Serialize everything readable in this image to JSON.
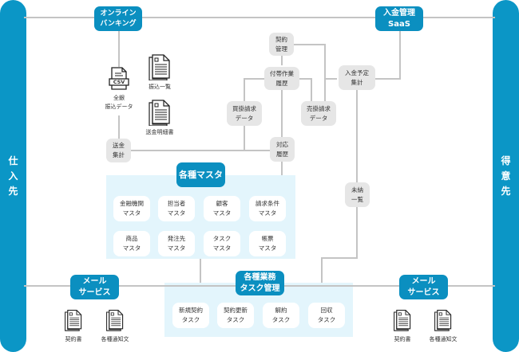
{
  "sides": {
    "left": "仕入先",
    "right": "得意先"
  },
  "top": {
    "online_banking": [
      "オンライン",
      "バンキング"
    ],
    "saas": [
      "入金管理",
      "SaaS"
    ]
  },
  "flow_nodes": {
    "contract_mgmt": [
      "契約",
      "管理"
    ],
    "incidental_history": [
      "付帯作業",
      "履歴"
    ],
    "payables_data": [
      "買掛請求",
      "データ"
    ],
    "receivables_data": [
      "売掛請求",
      "データ"
    ],
    "deposit_forecast": [
      "入金予定",
      "集計"
    ],
    "remit_summary": [
      "送金",
      "集計"
    ],
    "response_history": [
      "対応",
      "履歴"
    ],
    "unpaid_list": [
      "未納",
      "一覧"
    ]
  },
  "documents": {
    "csv_badge": "CSV",
    "zengin": [
      "全銀",
      "振込データ"
    ],
    "transfer_list": "振込一覧",
    "remit_statement": "送金明細書",
    "mail_left_contract": "契約書",
    "mail_left_notice": "各種通知文",
    "mail_right_contract": "契約書",
    "mail_right_notice": "各種通知文"
  },
  "masters": {
    "title": "各種マスタ",
    "items": [
      [
        "金融機関",
        "マスタ"
      ],
      [
        "担当者",
        "マスタ"
      ],
      [
        "顧客",
        "マスタ"
      ],
      [
        "請求条件",
        "マスタ"
      ],
      [
        "商品",
        "マスタ"
      ],
      [
        "発注先",
        "マスタ"
      ],
      [
        "タスク",
        "マスタ"
      ],
      [
        "帳票",
        "マスタ"
      ]
    ]
  },
  "tasks": {
    "title": [
      "各種業務",
      "タスク管理"
    ],
    "items": [
      [
        "新規契約",
        "タスク"
      ],
      [
        "契約更新",
        "タスク"
      ],
      [
        "解約",
        "タスク"
      ],
      [
        "回収",
        "タスク"
      ]
    ]
  },
  "mail": {
    "left": [
      "メール",
      "サービス"
    ],
    "right": [
      "メール",
      "サービス"
    ]
  },
  "colors": {
    "brand_blue": "#0b96c6",
    "node_gray": "#e6e6e6",
    "panel_light_blue": "#e3f5fc",
    "connector": "#c4c4c4"
  }
}
